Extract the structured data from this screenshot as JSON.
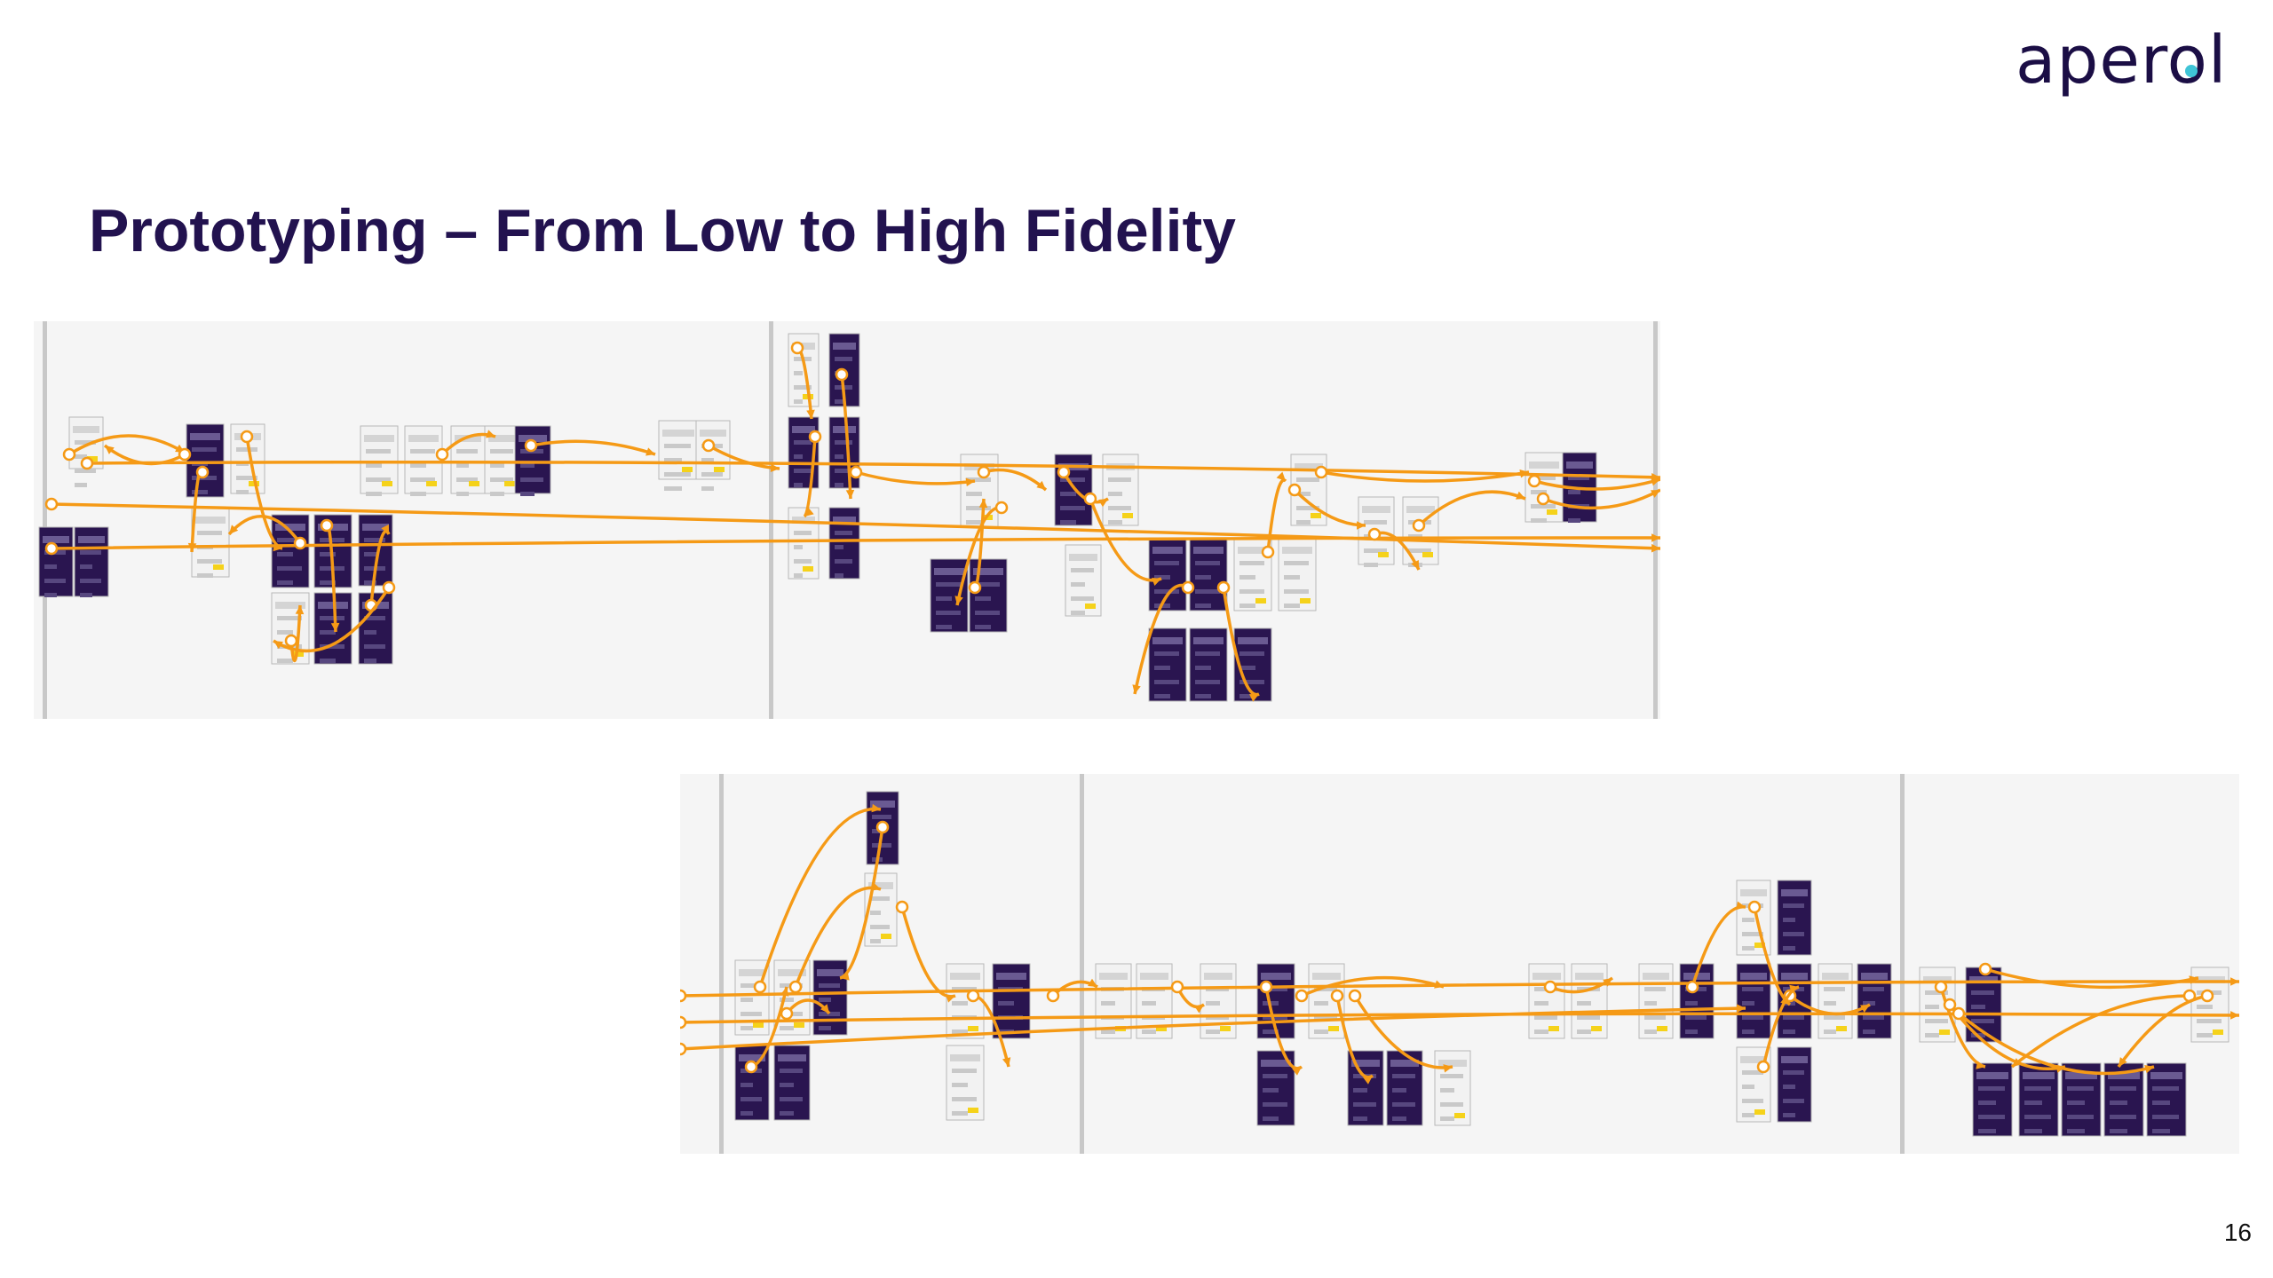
{
  "slide": {
    "title": "Prototyping – From Low to High Fidelity",
    "page_number": "16"
  },
  "logo": {
    "text": "aperol",
    "primary_color": "#1b0e45",
    "accent_color": "#3fc4d6"
  },
  "prototype_flow": {
    "connector_color": "#f59a16",
    "screen_dark_color": "#2a1550",
    "screen_light_color": "#f2f2f2",
    "highlight_color": "#f5d21a",
    "maps": [
      "low-fidelity-prototype-map",
      "high-fidelity-prototype-map"
    ]
  }
}
